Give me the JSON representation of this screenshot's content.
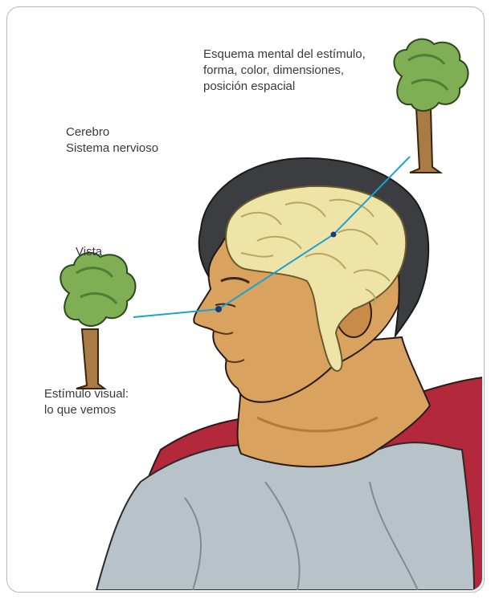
{
  "labels": {
    "esquema": {
      "line1": "Esquema mental del estímulo,",
      "line2": "forma, color, dimensiones,",
      "line3": "posición espacial"
    },
    "cerebro": {
      "line1": "Cerebro",
      "line2": "Sistema nervioso"
    },
    "vista": "Vista",
    "estimulo": {
      "line1": "Estímulo visual:",
      "line2": "lo que vemos"
    }
  },
  "colors": {
    "frame_border": "#b9b9b9",
    "text": "#3a3a3a",
    "skin": "#d9a25e",
    "skin_shadow": "#b8783a",
    "hair": "#3b3d40",
    "brain": "#efe4a8",
    "brain_line": "#b9a660",
    "tunic": "#b7c3c9",
    "cloak": "#b3283a",
    "foliage": "#7fae55",
    "foliage_dark": "#4f7e35",
    "trunk": "#a97b45",
    "visual_path": "#1aa1d8"
  },
  "icons": {
    "tree_stimulus": "tree-icon",
    "tree_mental": "tree-icon"
  }
}
